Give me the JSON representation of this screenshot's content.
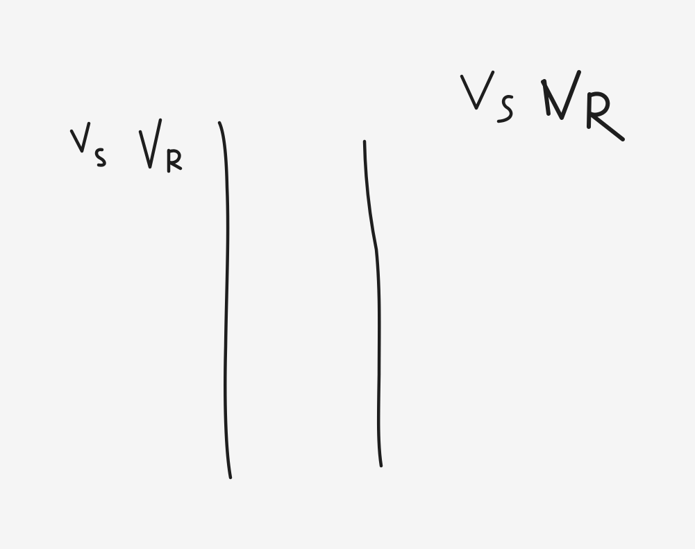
{
  "labels": {
    "left_vs": "Vs",
    "left_vr": "VR",
    "right_vs": "Vs",
    "right_vr": "VR"
  },
  "colors": {
    "background": "#f5f5f5",
    "ink": "#1e1e1e"
  }
}
